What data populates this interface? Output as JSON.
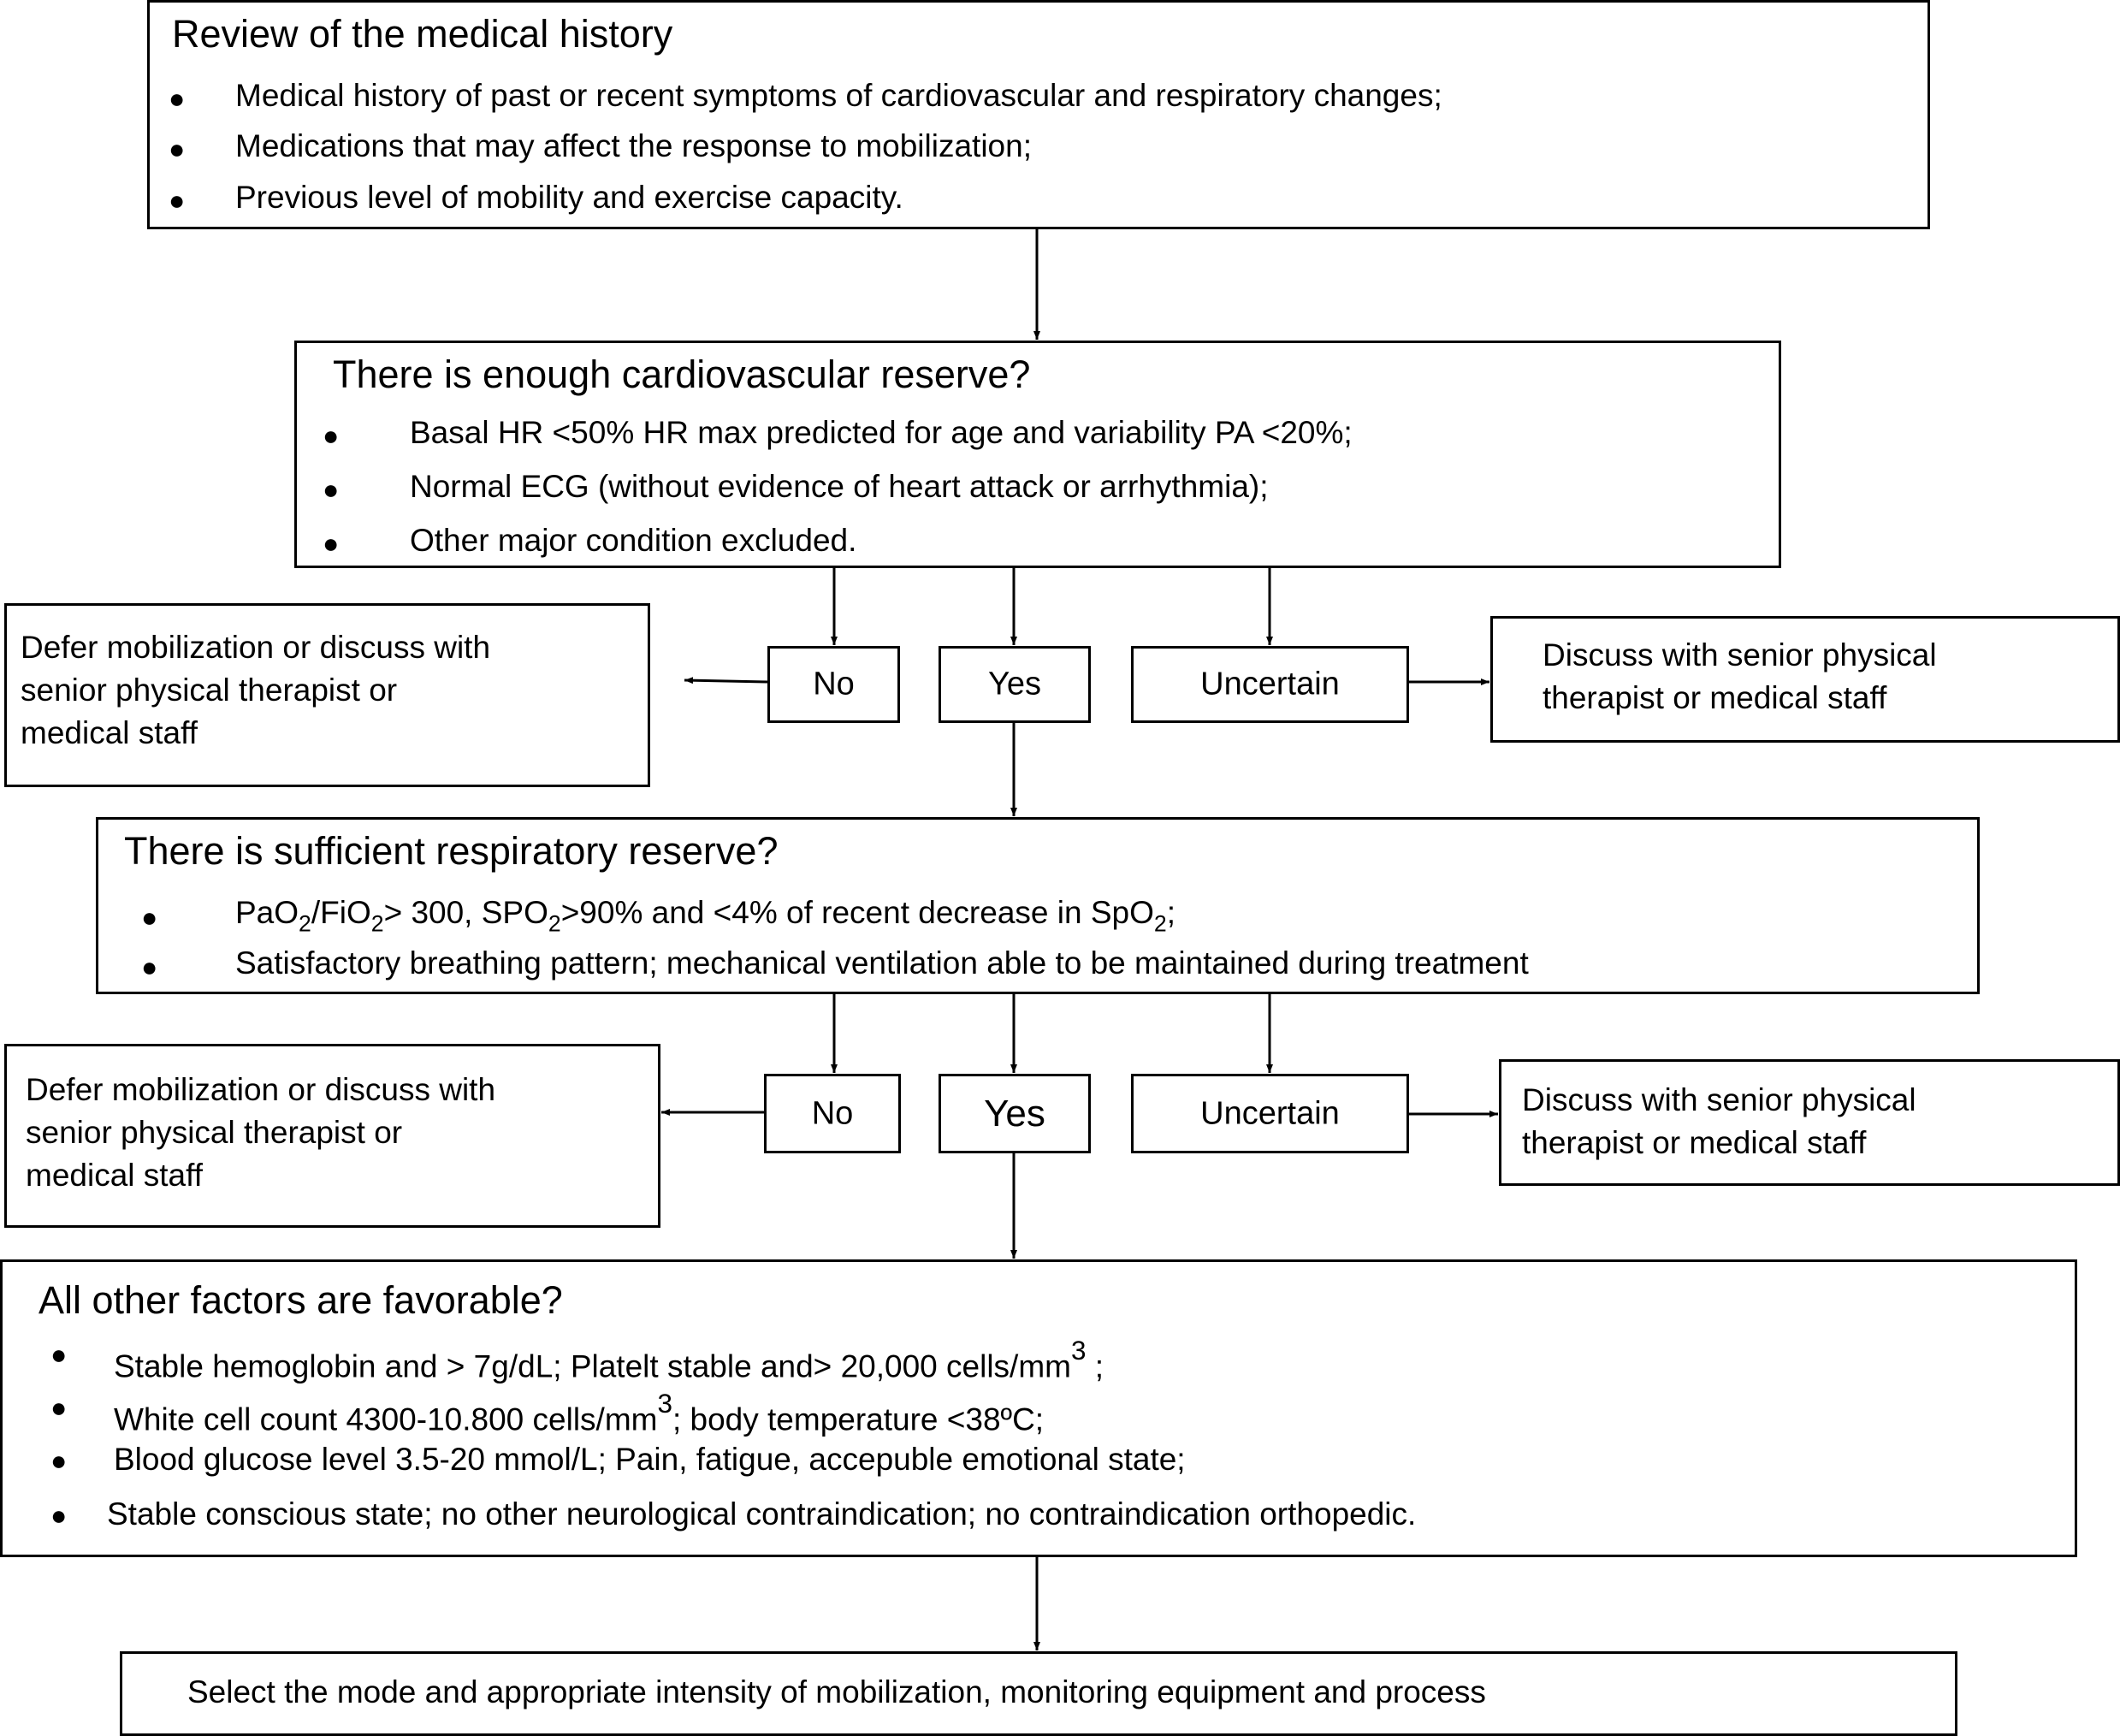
{
  "history": {
    "title": "Review of the medical history",
    "items": [
      "Medical history of past or recent symptoms of cardiovascular and respiratory changes;",
      "Medications that may affect the response to mobilization;",
      "Previous level of mobility and exercise capacity."
    ]
  },
  "cardio": {
    "title": "There is enough cardiovascular reserve?",
    "items": [
      "Basal HR <50% HR max predicted for age and variability PA <20%;",
      "Normal ECG (without evidence of heart attack or arrhythmia);",
      "Other major condition excluded."
    ],
    "options": {
      "no": "No",
      "yes": "Yes",
      "uncertain": "Uncertain"
    },
    "defer_lines": [
      "Defer mobilization or discuss with",
      "senior physical therapist or",
      "medical staff"
    ],
    "discuss_lines": [
      "Discuss with senior physical",
      "therapist or medical staff"
    ]
  },
  "respiratory": {
    "title": "There is sufficient respiratory reserve?",
    "item1": {
      "pa": "PaO",
      "pa_sub": "2",
      "fi": "/FiO",
      "fi_sub": "2",
      "spo": "> 300, SPO",
      "spo_sub": "2",
      "rest": ">90% and <4% of recent decrease in SpO",
      "rest_sub": "2",
      "end": ";"
    },
    "item2": "Satisfactory breathing pattern; mechanical ventilation able to be maintained during treatment",
    "options": {
      "no": "No",
      "yes": "Yes",
      "uncertain": "Uncertain"
    },
    "defer_lines": [
      "Defer mobilization or discuss with",
      "senior physical therapist or",
      "medical staff"
    ],
    "discuss_lines": [
      "Discuss with senior physical",
      "therapist or medical staff"
    ]
  },
  "factors": {
    "title": "All other factors are favorable?",
    "item1": {
      "text": "Stable hemoglobin and > 7g/dL; Platelt stable and> 20,000 cells/mm",
      "sup": "3",
      "end": " ;"
    },
    "item2": {
      "text": "White cell count 4300-10.800 cells/mm",
      "sup": "3",
      "end": "; body temperature <38ºC;"
    },
    "item3": "Blood glucose level 3.5-20 mmol/L; Pain, fatigue, accepuble emotional state;",
    "item4": "Stable conscious state; no other neurological contraindication; no contraindication orthopedic."
  },
  "final": {
    "text": "Select the mode and appropriate intensity of mobilization, monitoring equipment and process"
  }
}
